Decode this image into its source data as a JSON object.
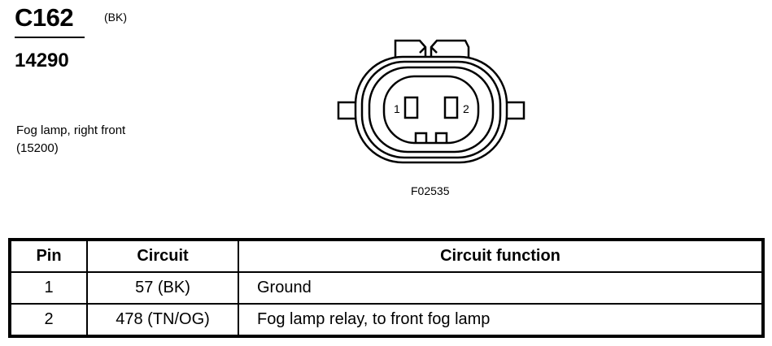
{
  "header": {
    "connector_id": "C162",
    "connector_color": "(BK)",
    "part_number": "14290"
  },
  "description": {
    "line1": "Fog lamp, right front",
    "line2": "(15200)"
  },
  "diagram": {
    "pin_label_1": "1",
    "pin_label_2": "2",
    "figure_id": "F02535"
  },
  "table": {
    "headers": [
      "Pin",
      "Circuit",
      "Circuit function"
    ],
    "rows": [
      {
        "pin": "1",
        "circuit": "57 (BK)",
        "function": "Ground"
      },
      {
        "pin": "2",
        "circuit": "478 (TN/OG)",
        "function": "Fog lamp relay, to front fog lamp"
      }
    ]
  }
}
